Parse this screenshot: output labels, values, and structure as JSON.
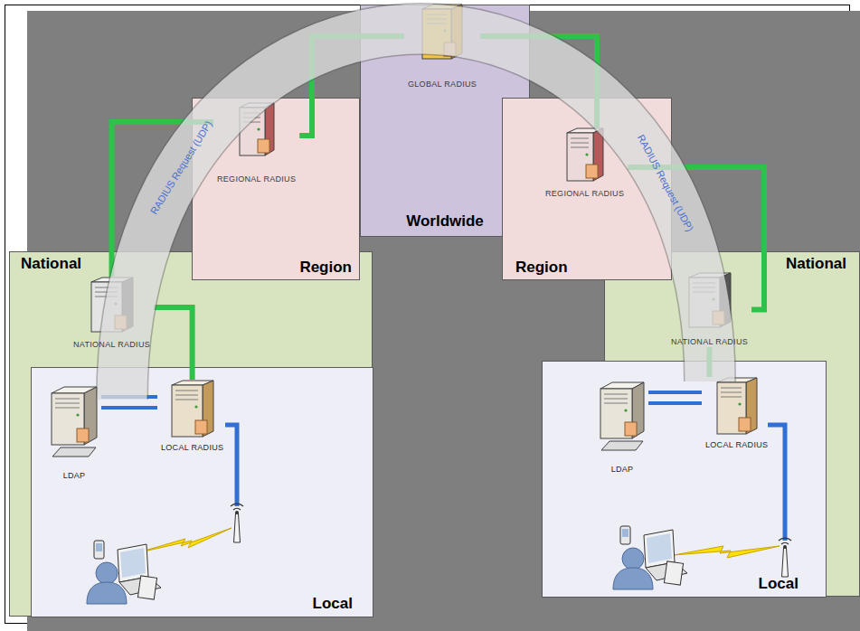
{
  "diagram": {
    "nodes": [
      {
        "text": [
          "Worldwide"
        ]
      },
      {
        "text": [
          "GLOBAL RADIUS"
        ],
        "in": 0
      },
      {
        "text": [
          "Region"
        ]
      },
      {
        "text": [
          "REGIONAL RADIUS"
        ],
        "in": 2
      },
      {
        "text": [
          "Region"
        ]
      },
      {
        "text": [
          "REGIONAL RADIUS"
        ],
        "in": 4
      },
      {
        "text": [
          "National"
        ]
      },
      {
        "text": [
          "NATIONAL RADIUS"
        ],
        "in": 6
      },
      {
        "text": [
          "Local"
        ],
        "in": 6
      },
      {
        "text": [
          "LDAP"
        ],
        "in": 8
      },
      {
        "text": [
          "LOCAL RADIUS"
        ],
        "in": 8
      },
      {
        "text": [
          "National"
        ]
      },
      {
        "text": [
          "NATIONAL RADIUS"
        ],
        "in": 11
      },
      {
        "text": [
          "Local"
        ],
        "in": 11
      },
      {
        "text": [
          "LDAP"
        ],
        "in": 13
      },
      {
        "text": [
          "LOCAL RADIUS"
        ],
        "in": 13
      }
    ],
    "edges": [
      {
        "from": 10,
        "to": 7,
        "arrow": "none"
      },
      {
        "from": 7,
        "to": 3,
        "arrow": "none"
      },
      {
        "from": 3,
        "to": 1,
        "arrow": "none"
      },
      {
        "from": 1,
        "to": 5,
        "arrow": "none"
      },
      {
        "from": 5,
        "to": 12,
        "arrow": "none"
      },
      {
        "from": 12,
        "to": 15,
        "arrow": "none"
      },
      {
        "from": 9,
        "to": 10,
        "arrow": "none"
      },
      {
        "from": 14,
        "to": 15,
        "arrow": "none"
      }
    ],
    "labels": [
      "RADIUS Request (UDP)",
      "RADIUS Request (UDP)"
    ]
  }
}
